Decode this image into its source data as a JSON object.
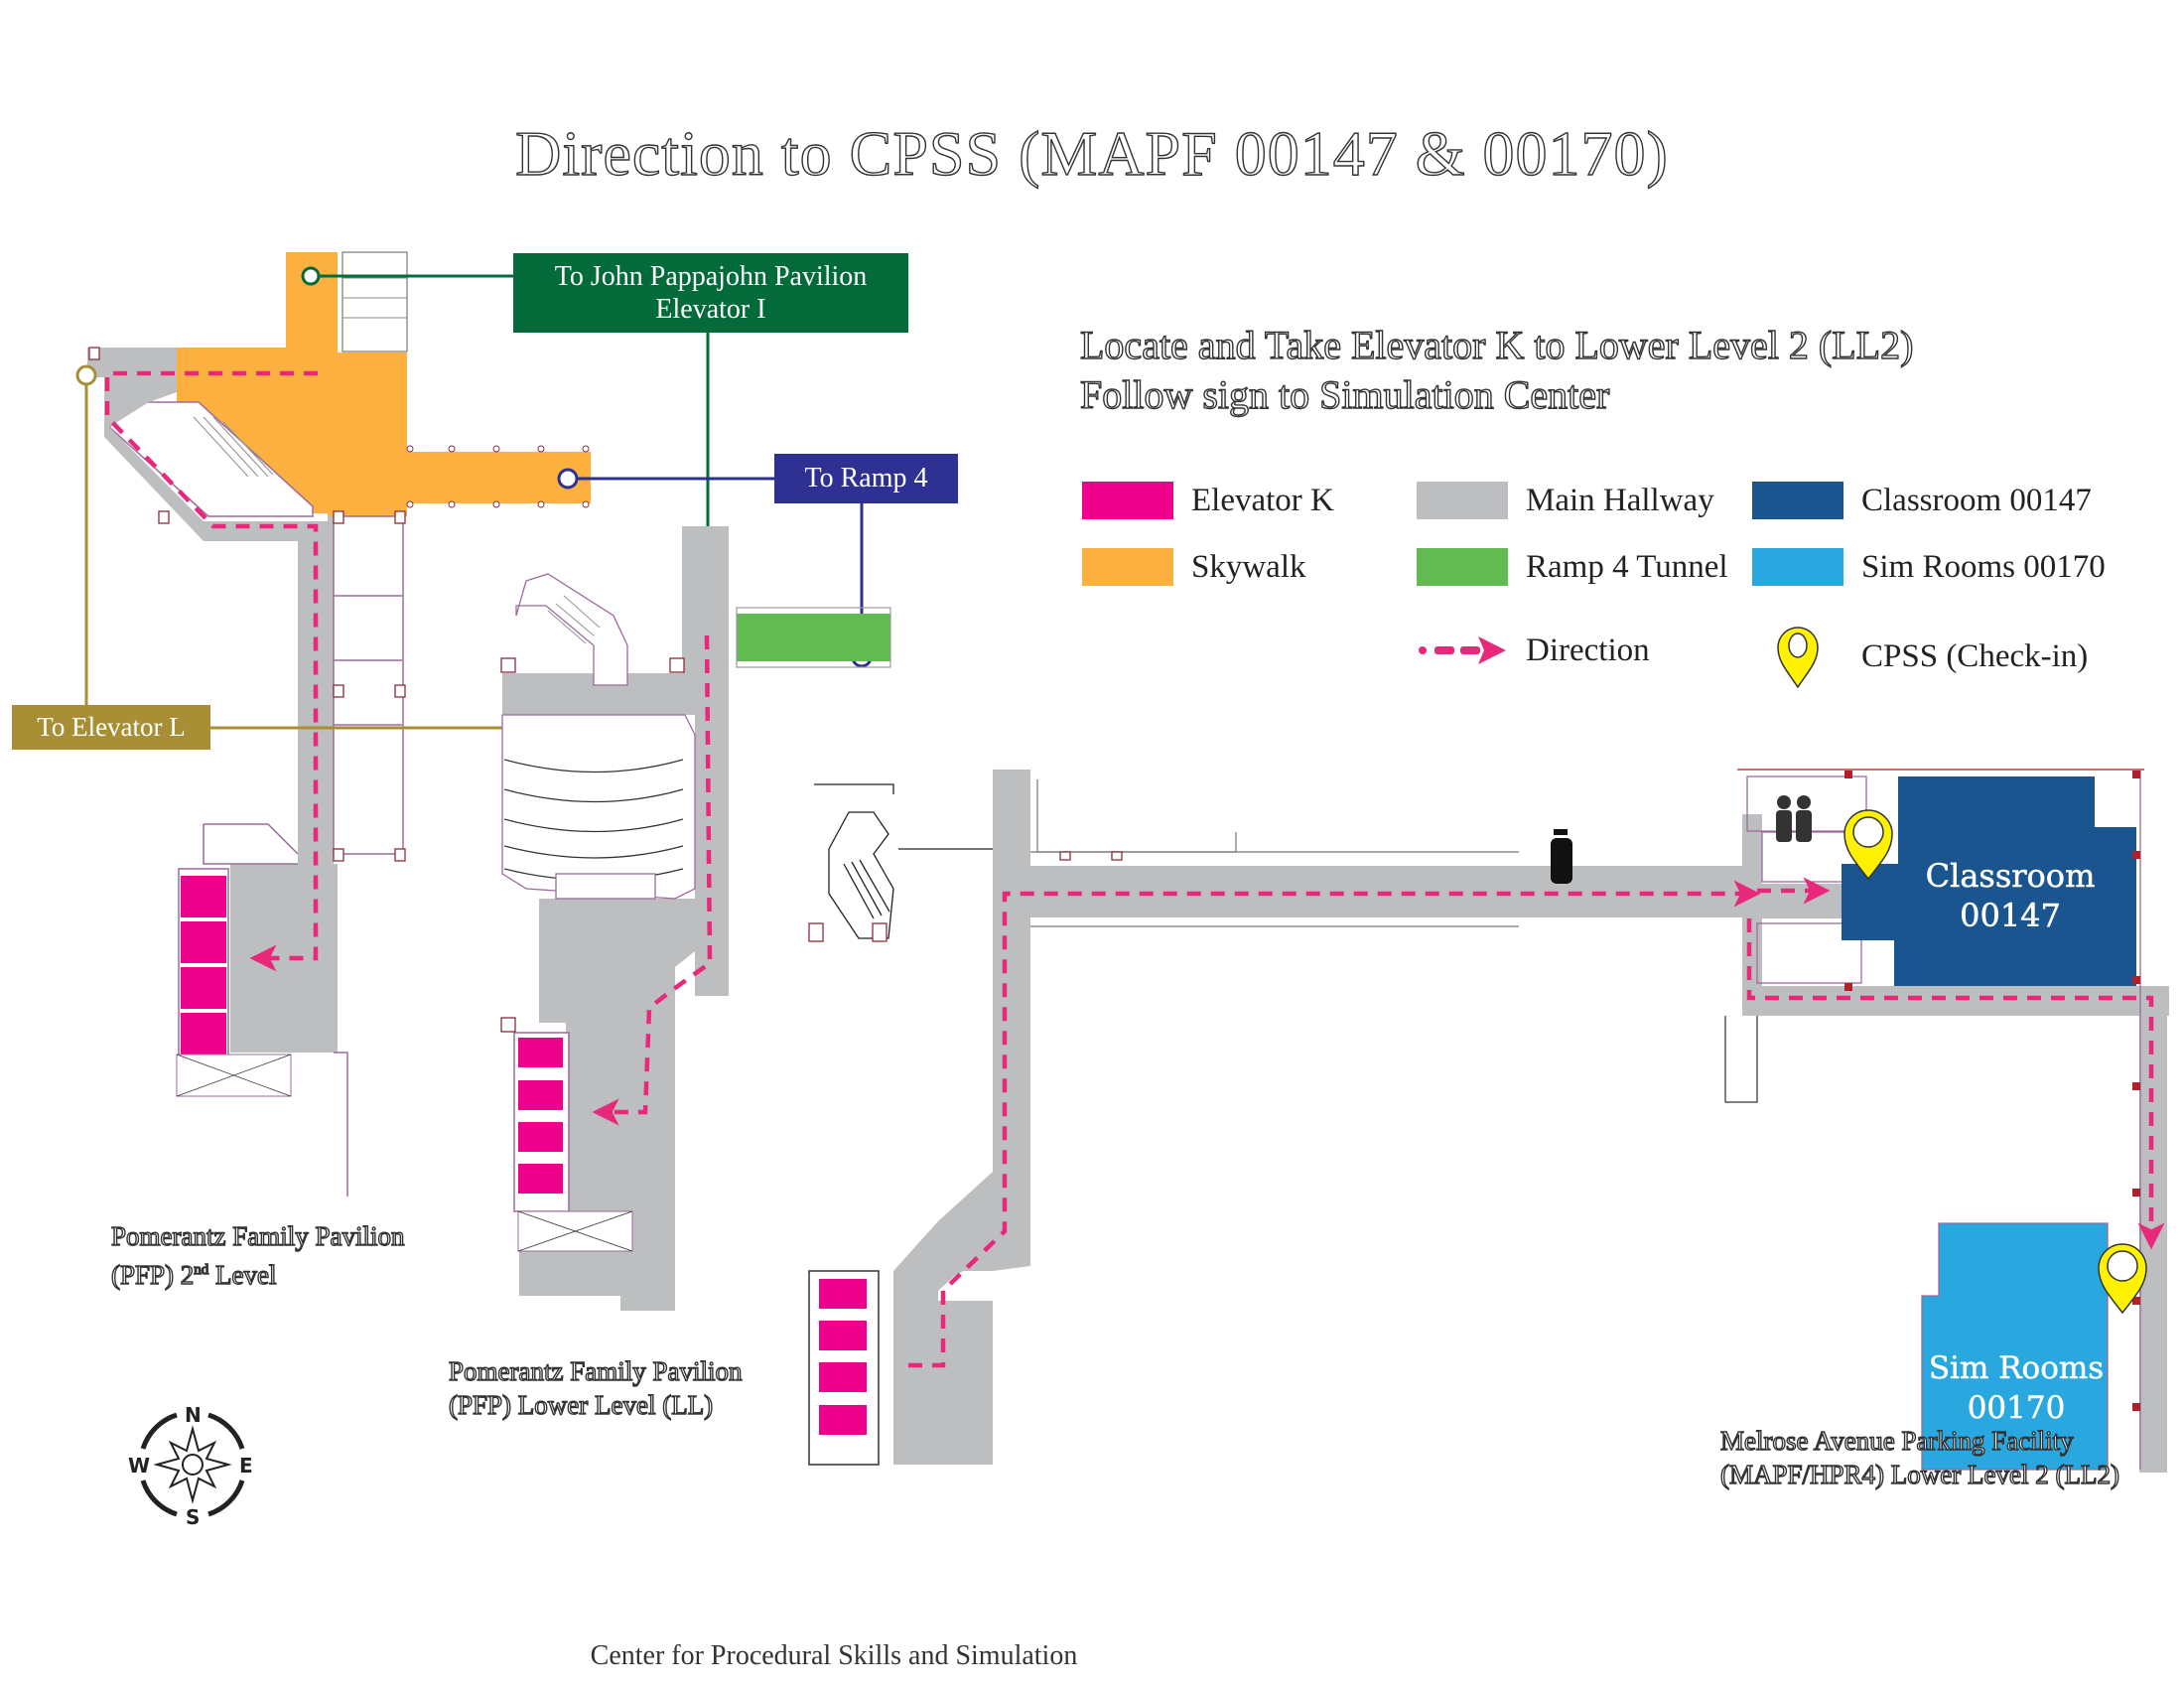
{
  "title": "Direction to CPSS (MAPF 00147 & 00170)",
  "instructions": [
    "Locate and Take Elevator K to Lower Level 2 (LL2)",
    "Follow sign to Simulation Center"
  ],
  "callouts": {
    "pappajohn": {
      "line1": "To John Pappajohn Pavilion",
      "line2": "Elevator I",
      "color": "#036B3A"
    },
    "ramp4": {
      "label": "To Ramp 4",
      "color": "#2E3192"
    },
    "elevator_l": {
      "label": "To Elevator L",
      "color": "#A88E34"
    }
  },
  "legend": {
    "elevator_k": {
      "label": "Elevator K",
      "color": "#EC008C"
    },
    "skywalk": {
      "label": "Skywalk",
      "color": "#FBB040"
    },
    "main_hallway": {
      "label": "Main Hallway",
      "color": "#BCBEC0"
    },
    "ramp4_tunnel": {
      "label": "Ramp 4 Tunnel",
      "color": "#62BB51"
    },
    "direction": {
      "label": "Direction",
      "color": "#E8287A"
    },
    "classroom": {
      "label": "Classroom 00147",
      "color": "#1B5590"
    },
    "sim_rooms": {
      "label": "Sim Rooms 00170",
      "color": "#29A8E0"
    },
    "cpss": {
      "label": "CPSS (Check-in)",
      "color": "#FFF200"
    }
  },
  "rooms": {
    "classroom": {
      "line1": "Classroom",
      "line2": "00147"
    },
    "sim_rooms": {
      "line1": "Sim Rooms",
      "line2": "00170"
    }
  },
  "captions": {
    "pfp_2nd": {
      "line1": "Pomerantz Family Pavilion",
      "line2_pre": "(PFP) 2",
      "line2_sup": "nd",
      "line2_post": " Level"
    },
    "pfp_ll": {
      "line1": "Pomerantz Family Pavilion",
      "line2": "(PFP) Lower Level (LL)"
    },
    "mapf": {
      "line1": "Melrose Avenue Parking Facility",
      "line2": "(MAPF/HPR4) Lower Level 2 (LL2)"
    }
  },
  "compass": {
    "n": "N",
    "s": "S",
    "e": "E",
    "w": "W"
  },
  "footer": "Center for Procedural Skills and Simulation"
}
